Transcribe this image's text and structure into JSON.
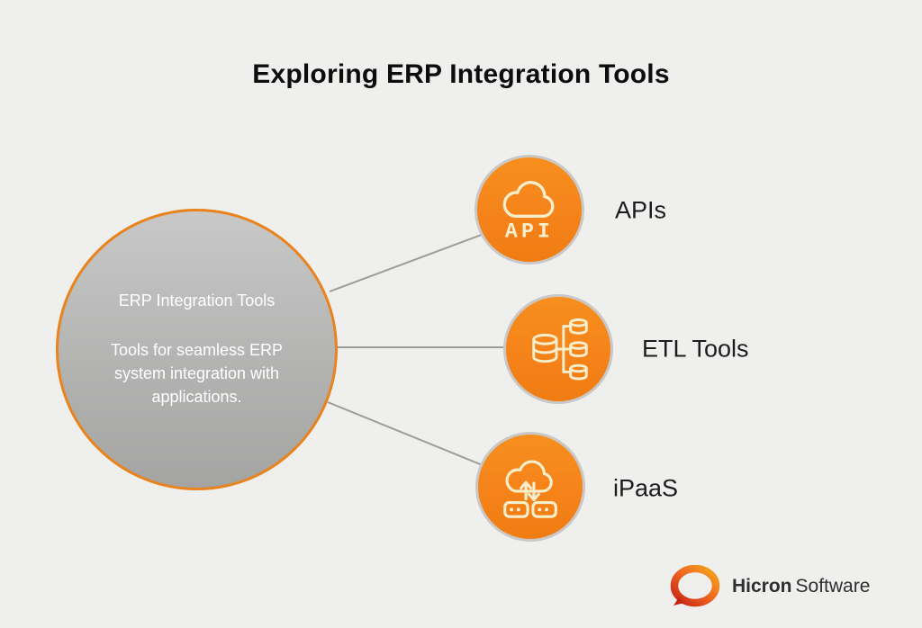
{
  "title": "Exploring ERP Integration Tools",
  "main_node": {
    "heading": "ERP Integration Tools",
    "description": "Tools for seamless ERP system integration with applications."
  },
  "nodes": [
    {
      "label": "APIs",
      "icon": "api-cloud-icon",
      "icon_text": "API"
    },
    {
      "label": "ETL Tools",
      "icon": "etl-databases-icon"
    },
    {
      "label": "iPaaS",
      "icon": "ipaas-cloud-transfer-icon"
    }
  ],
  "branding": {
    "logo": "hicron-ring-logo",
    "name_bold": "Hicron",
    "name_regular": "Software"
  },
  "colors": {
    "background": "#efefee",
    "node_orange": "#f5831a",
    "main_circle_fill_top": "#c8c8c8",
    "main_circle_fill_bottom": "#a4a4a3",
    "main_circle_border": "#e8831d",
    "node_ring": "#c9c8c6",
    "connector_line": "#9d9c9a",
    "icon_cream": "#f7eecc",
    "title_color": "#0d0d0d",
    "logo_gradient_top": "#f4a81e",
    "logo_gradient_mid": "#ee6420",
    "logo_gradient_bottom": "#c62315"
  }
}
